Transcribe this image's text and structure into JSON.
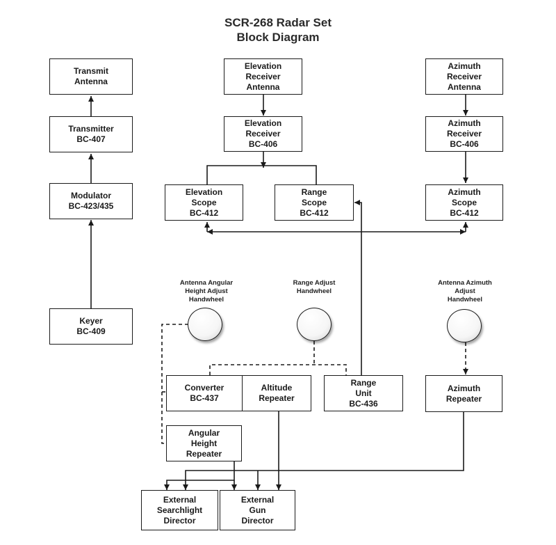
{
  "title": {
    "line1": "SCR-268 Radar Set",
    "line2": "Block Diagram"
  },
  "blocks": {
    "transmit_antenna": "Transmit\nAntenna",
    "transmitter": "Transmitter\nBC-407",
    "modulator": "Modulator\nBC-423/435",
    "keyer": "Keyer\nBC-409",
    "elevation_receiver_antenna": "Elevation\nReceiver\nAntenna",
    "elevation_receiver": "Elevation\nReceiver\nBC-406",
    "elevation_scope": "Elevation\nScope\nBC-412",
    "range_scope": "Range\nScope\nBC-412",
    "azimuth_receiver_antenna": "Azimuth\nReceiver\nAntenna",
    "azimuth_receiver": "Azimuth\nReceiver\nBC-406",
    "azimuth_scope": "Azimuth\nScope\nBC-412",
    "converter": "Converter\nBC-437",
    "altitude_repeater": "Altitude\nRepeater",
    "range_unit": "Range\nUnit\nBC-436",
    "azimuth_repeater": "Azimuth\nRepeater",
    "angular_height_repeater": "Angular\nHeight\nRepeater",
    "external_searchlight_director": "External\nSearchlight\nDirector",
    "external_gun_director": "External\nGun\nDirector"
  },
  "handwheels": {
    "angular_height": "Antenna Angular\nHeight Adjust\nHandwheel",
    "range_adjust": "Range Adjust\nHandwheel",
    "azimuth_adjust": "Antenna Azimuth\nAdjust\nHandwheel"
  }
}
